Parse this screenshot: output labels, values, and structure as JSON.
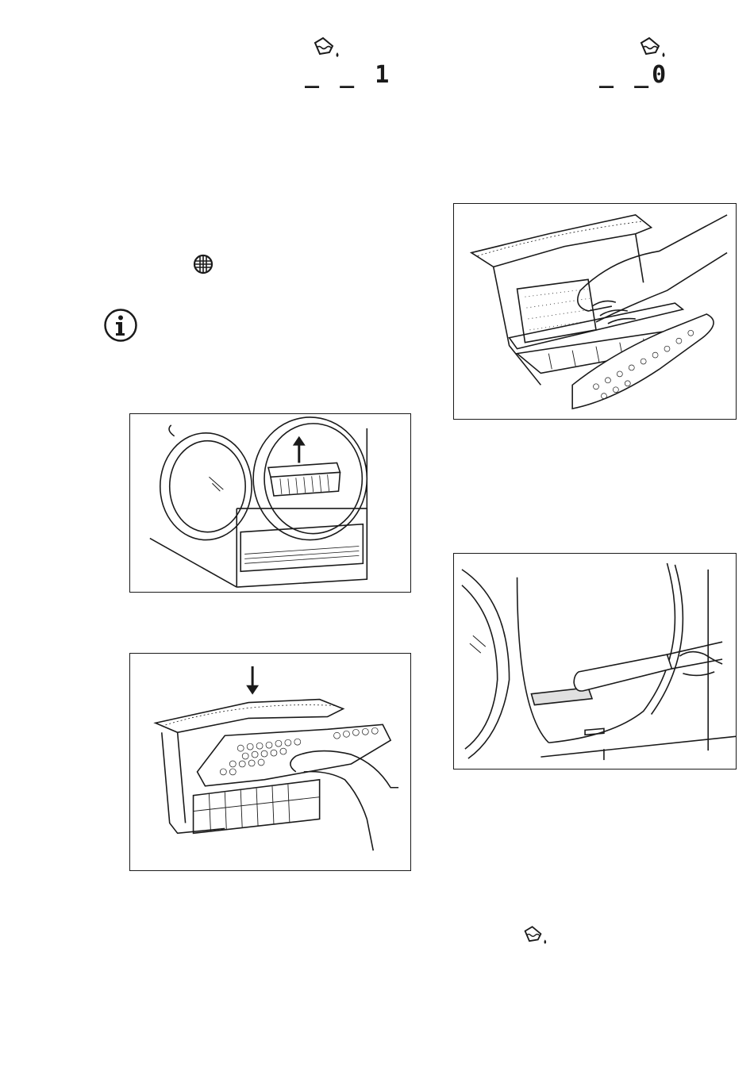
{
  "displays": [
    {
      "icon": "tank-full-icon",
      "readout": "_ _ 1"
    },
    {
      "icon": "tank-full-icon",
      "readout": "_ _0"
    }
  ],
  "icons": {
    "filter": "filter-icon",
    "info": "info-icon",
    "tank_bottom": "tank-full-icon"
  },
  "figures": [
    "door-filter-removal-illustration",
    "filter-open-illustration",
    "filter-closing-illustration",
    "drum-seal-cleaning-illustration"
  ],
  "colors": {
    "line": "#1a1a1a",
    "paper": "#ffffff"
  }
}
